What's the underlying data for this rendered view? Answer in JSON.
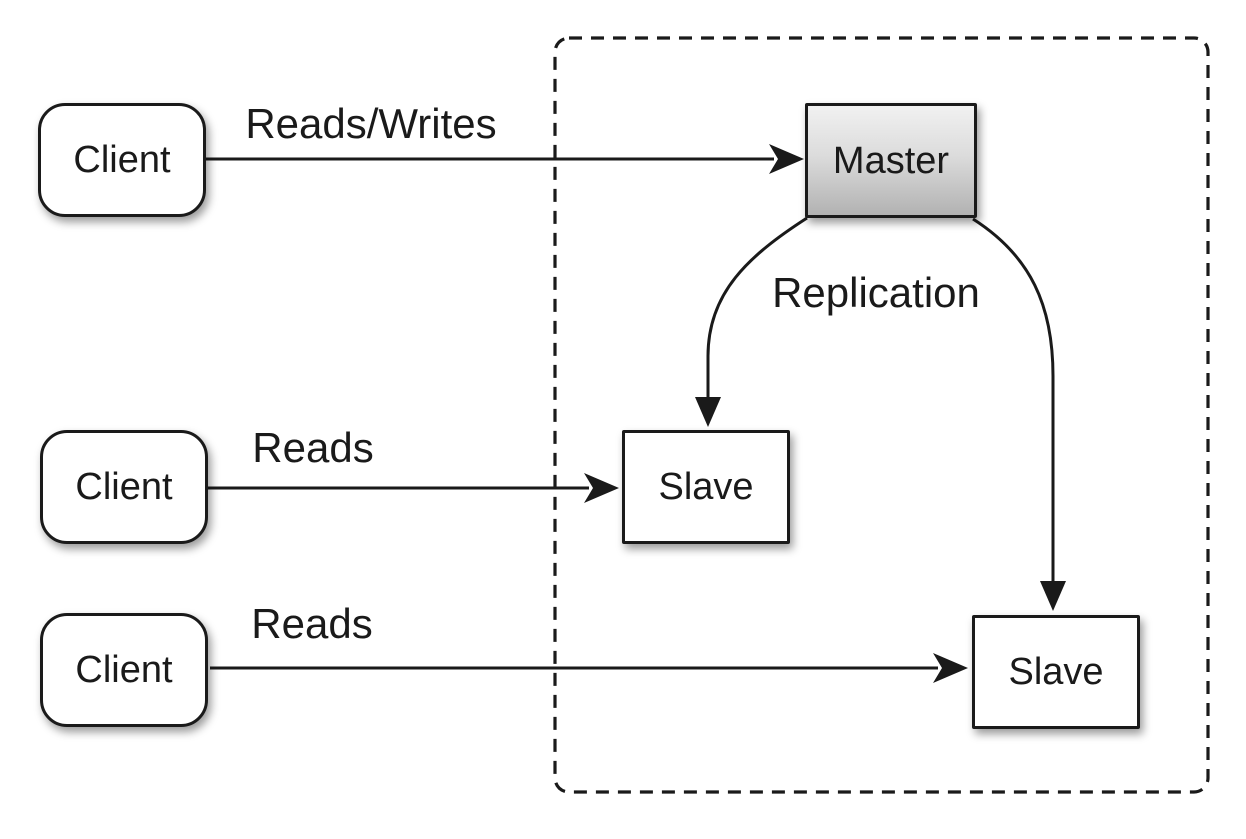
{
  "diagram": {
    "clients": [
      {
        "label": "Client"
      },
      {
        "label": "Client"
      },
      {
        "label": "Client"
      }
    ],
    "master": {
      "label": "Master"
    },
    "slaves": [
      {
        "label": "Slave"
      },
      {
        "label": "Slave"
      }
    ],
    "edges": {
      "client1_master": "Reads/Writes",
      "client2_slave1": "Reads",
      "client3_slave2": "Reads",
      "master_slaves": "Replication"
    },
    "colors": {
      "background": "#ffffff",
      "stroke": "#1a1a1a",
      "text": "#1a1a1a",
      "node_fill": "#ffffff",
      "master_gradient_top": "#f1f1f1",
      "master_gradient_bottom": "#b2b2b2"
    }
  }
}
